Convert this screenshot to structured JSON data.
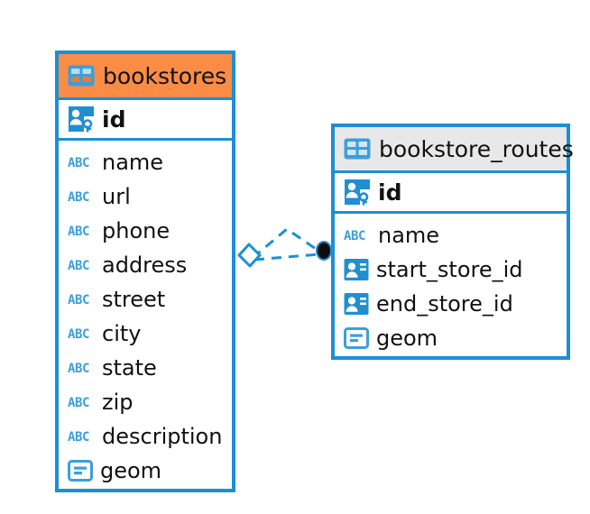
{
  "diagram": {
    "type": "entity-relationship-diagram",
    "background": "#ffffff",
    "colors": {
      "accent_blue": "#1c8fd4",
      "selected_header_orange": "#fa8c46",
      "unselected_header_gray": "#e8e8e8",
      "text": "#111111",
      "relation_endpoint_dot": "#0d0d0d"
    }
  },
  "entities": [
    {
      "id": "bookstores",
      "name": "bookstores",
      "header_state": "selected",
      "header_icon": "table-icon",
      "primary_key": {
        "name": "id",
        "icon": "primary-key-icon"
      },
      "columns": [
        {
          "name": "name",
          "icon": "abc-text-icon"
        },
        {
          "name": "url",
          "icon": "abc-text-icon"
        },
        {
          "name": "phone",
          "icon": "abc-text-icon"
        },
        {
          "name": "address",
          "icon": "abc-text-icon"
        },
        {
          "name": "street",
          "icon": "abc-text-icon"
        },
        {
          "name": "city",
          "icon": "abc-text-icon"
        },
        {
          "name": "state",
          "icon": "abc-text-icon"
        },
        {
          "name": "zip",
          "icon": "abc-text-icon"
        },
        {
          "name": "description",
          "icon": "abc-text-icon"
        },
        {
          "name": "geom",
          "icon": "geometry-icon"
        }
      ]
    },
    {
      "id": "bookstore_routes",
      "name": "bookstore_routes",
      "header_state": "unselected",
      "header_icon": "table-icon",
      "primary_key": {
        "name": "id",
        "icon": "primary-key-icon"
      },
      "columns": [
        {
          "name": "name",
          "icon": "abc-text-icon"
        },
        {
          "name": "start_store_id",
          "icon": "foreign-key-icon"
        },
        {
          "name": "end_store_id",
          "icon": "foreign-key-icon"
        },
        {
          "name": "geom",
          "icon": "geometry-icon"
        }
      ]
    }
  ],
  "relationships": [
    {
      "from": "bookstores",
      "to": "bookstore_routes",
      "from_marker": "diamond-open",
      "to_marker": "filled-dot",
      "line_style": "dashed",
      "count": 2
    }
  ]
}
